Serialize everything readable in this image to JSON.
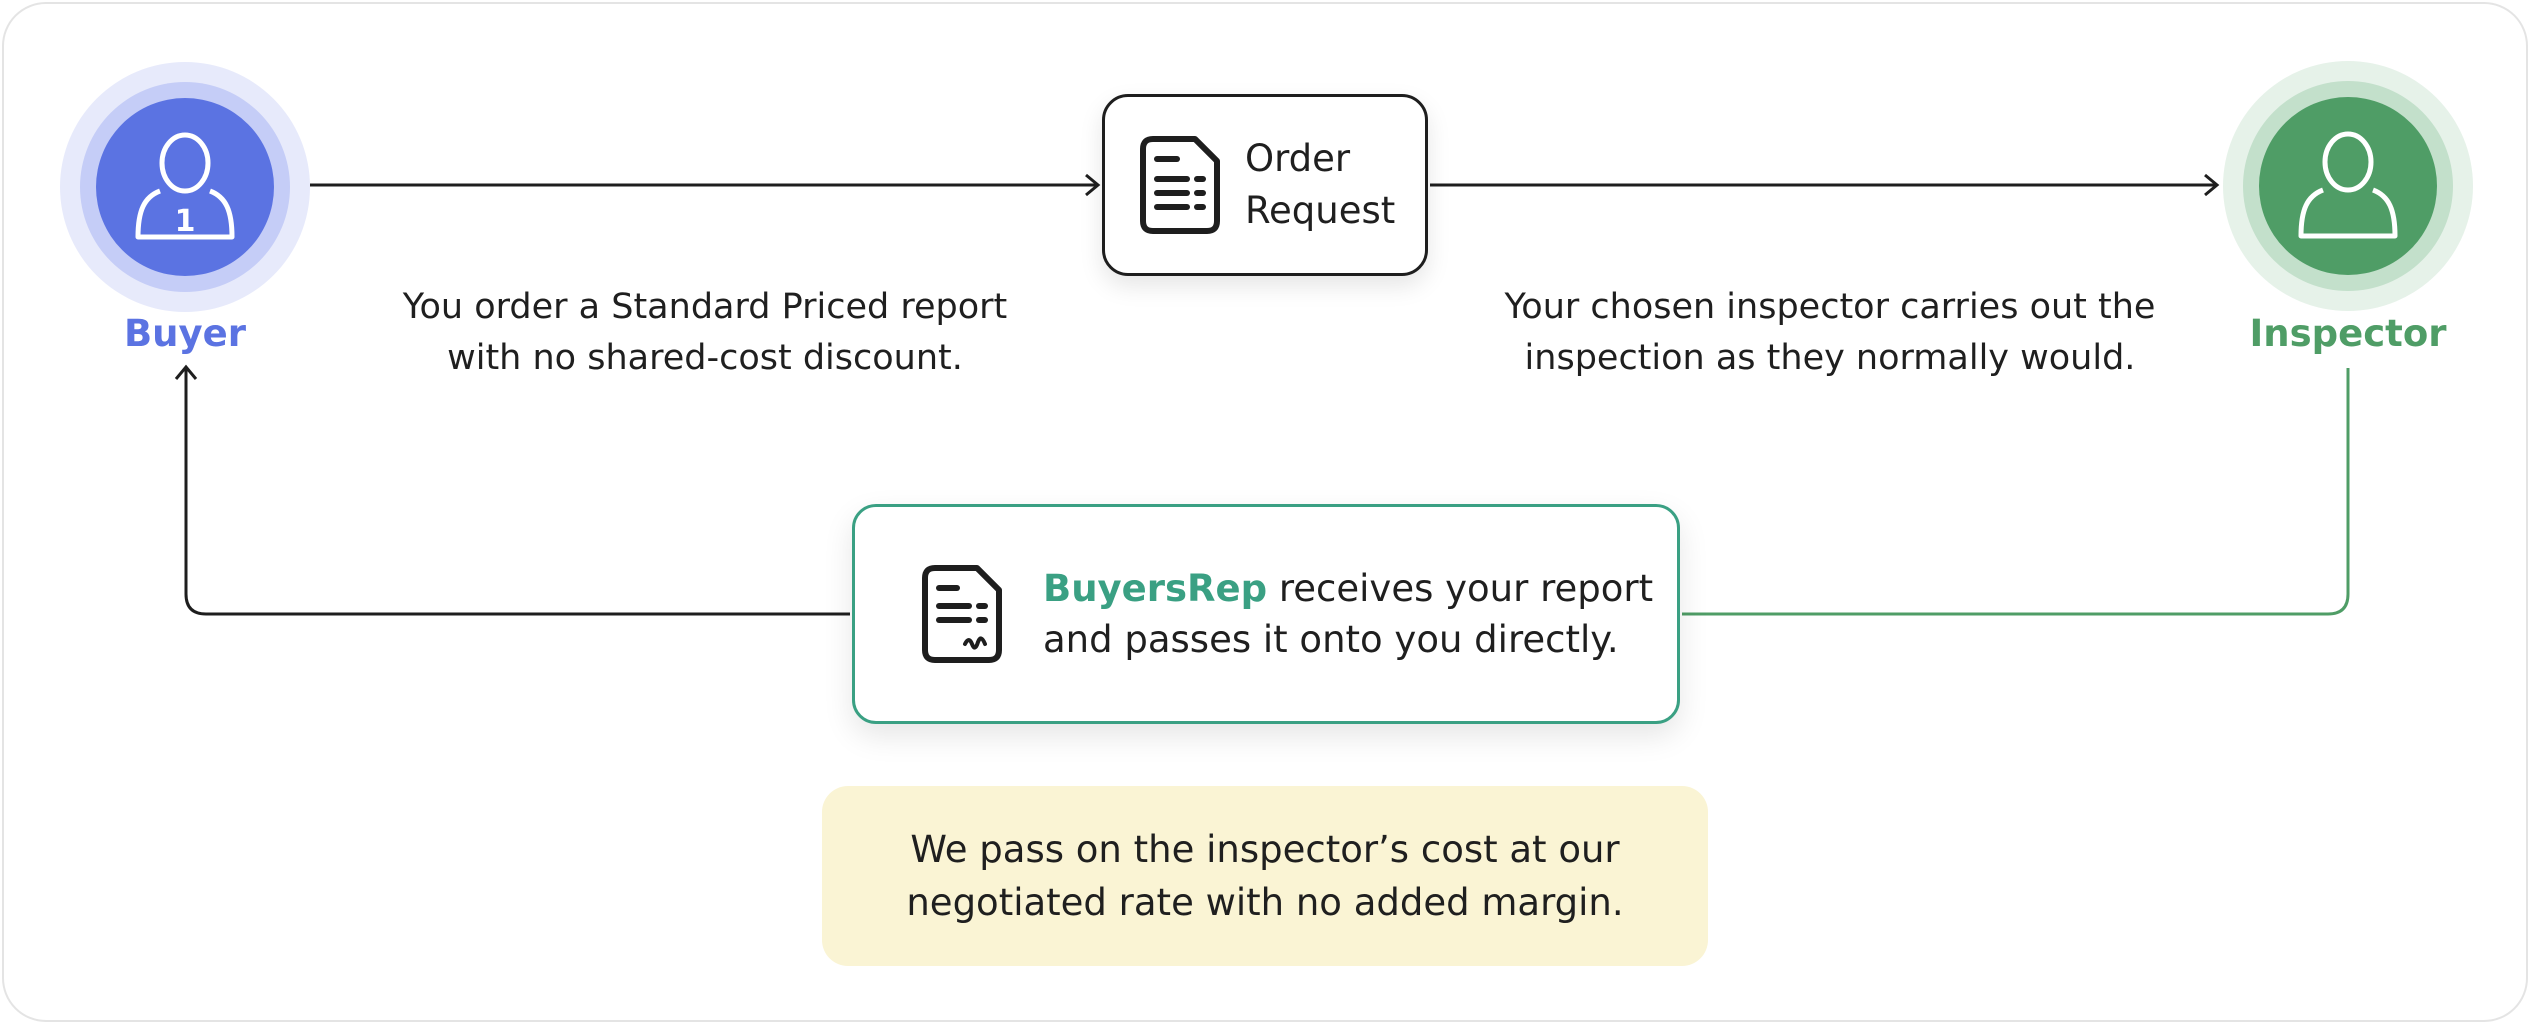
{
  "buyer": {
    "label": "Buyer",
    "badge": "1",
    "color": "#5b73e2"
  },
  "inspector": {
    "label": "Inspector",
    "color": "#4f9d66"
  },
  "order_request": {
    "line1": "Order",
    "line2": "Request"
  },
  "captions": {
    "order_line1": "You order a Standard Priced report",
    "order_line2": "with no shared-cost discount.",
    "inspect_line1": "Your chosen inspector carries out the",
    "inspect_line2": "inspection as they normally would."
  },
  "report": {
    "brand": "BuyersRep",
    "rest_line1": " receives your report",
    "line2": "and passes it onto you directly.",
    "accent": "#3aa083"
  },
  "note": {
    "line1": "We pass on the inspector’s cost at our",
    "line2": "negotiated rate with no added margin.",
    "background": "#faf4d4"
  },
  "icons": [
    "user-icon",
    "document-icon",
    "signed-document-icon"
  ]
}
